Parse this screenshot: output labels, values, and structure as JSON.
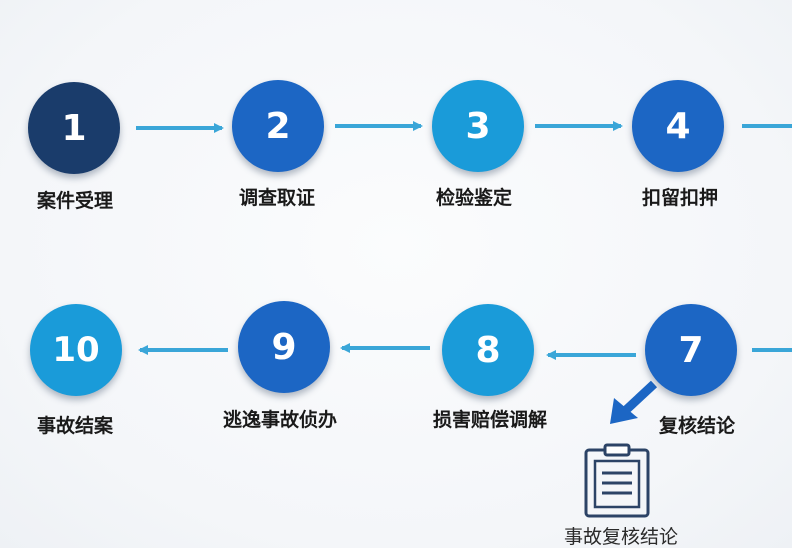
{
  "colors": {
    "dark_navy": "#1a3c6b",
    "royal_blue": "#1c66c4",
    "sky_blue": "#1a9bd9",
    "arrow": "#3aa6d8",
    "text": "#1a1a1a"
  },
  "steps": [
    {
      "number": "1",
      "label": "案件受理",
      "color": "#1a3c6b"
    },
    {
      "number": "2",
      "label": "调查取证",
      "color": "#1c66c4"
    },
    {
      "number": "3",
      "label": "检验鉴定",
      "color": "#1a9bd9"
    },
    {
      "number": "4",
      "label": "扣留扣押",
      "color": "#1c66c4"
    },
    {
      "number": "7",
      "label": "复核结论",
      "color": "#1c66c4"
    },
    {
      "number": "8",
      "label": "损害赔偿调解",
      "color": "#1a9bd9"
    },
    {
      "number": "9",
      "label": "逃逸事故侦办",
      "color": "#1c66c4"
    },
    {
      "number": "10",
      "label": "事故结案",
      "color": "#1a9bd9"
    }
  ],
  "document": {
    "icon": "clipboard-document-icon",
    "caption": "事故复核结论"
  }
}
